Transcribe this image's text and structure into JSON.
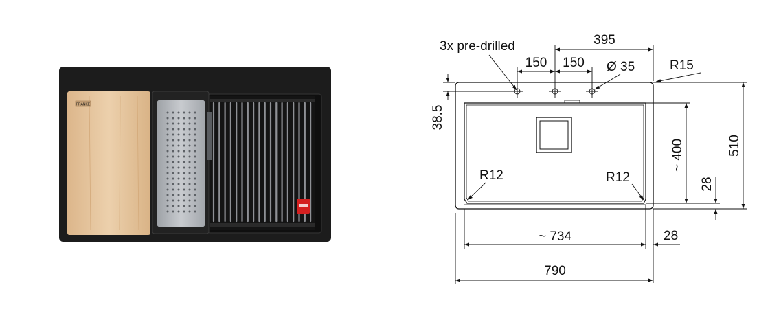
{
  "photo": {
    "brand_badge": "FRANKE",
    "colors": {
      "body": "#1c1c1c",
      "board": "#e2bf95",
      "colander": "#b3b6ba",
      "red_badge": "#d42020"
    }
  },
  "drawing": {
    "label_predrilled": "3x pre-drilled",
    "dim_395": "395",
    "dim_150_left": "150",
    "dim_150_right": "150",
    "dim_diameter": "Ø 35",
    "dim_r15": "R15",
    "dim_38_5": "38.5",
    "dim_400": "~ 400",
    "dim_510": "510",
    "dim_28_right": "28",
    "dim_r12_left": "R12",
    "dim_r12_right": "R12",
    "dim_734": "~ 734",
    "dim_28_bottom": "28",
    "dim_790": "790"
  }
}
